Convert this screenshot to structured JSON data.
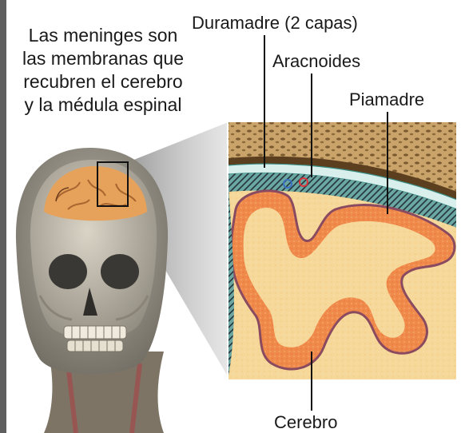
{
  "intro_text": {
    "lines": [
      "Las meninges son",
      "las membranas que",
      "recubren el cerebro",
      "y la médula espinal"
    ]
  },
  "labels": {
    "duramadre": "Duramadre (2 capas)",
    "aracnoides": "Aracnoides",
    "piamadre": "Piamadre",
    "cerebro": "Cerebro"
  },
  "colors": {
    "dura": "#cfe8e6",
    "arachnoid": "#4a5a66",
    "pia": "#7b4a5f",
    "grey_matter": "#f08a4b",
    "white_matter": "#f6d89a",
    "bone": "#c9a36a",
    "artery": "#d9363e",
    "vein": "#3a6fc2"
  }
}
